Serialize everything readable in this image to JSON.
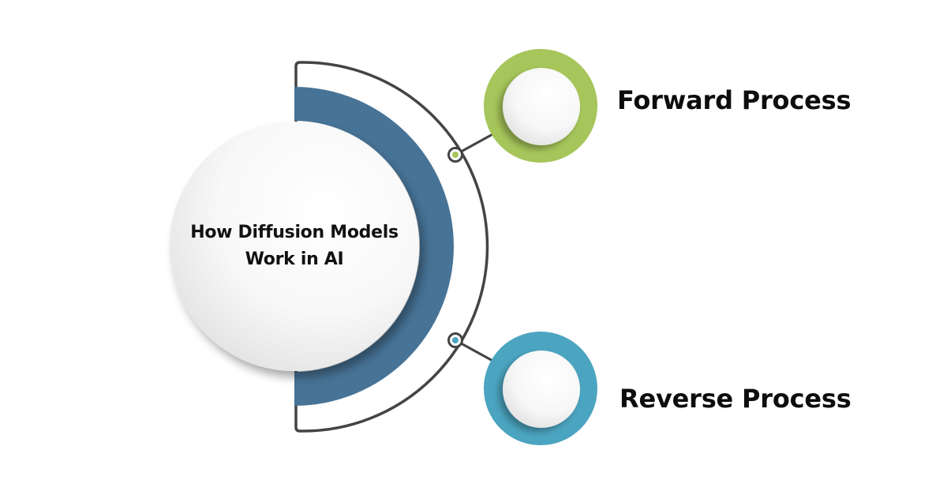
{
  "diagram": {
    "title_lines": [
      "How Diffusion Models",
      "Work in AI"
    ],
    "steps": [
      {
        "label": "Forward Process",
        "color": "#a6c55a"
      },
      {
        "label": "Reverse Process",
        "color": "#4ba4c0"
      }
    ],
    "colors": {
      "band": "#477396",
      "outline": "#444444",
      "background": "#ffffff"
    }
  }
}
